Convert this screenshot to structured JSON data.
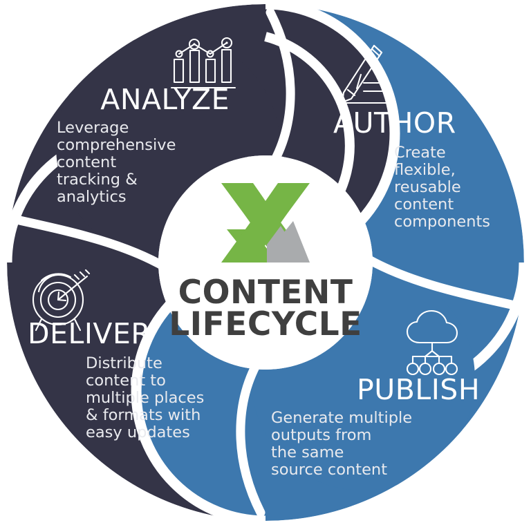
{
  "diagram": {
    "title": "Content Lifecycle",
    "type": "four-stage-circular-cycle",
    "colors": {
      "dark": "#343447",
      "blue": "#3d78ae",
      "white": "#ffffff",
      "logo_green": "#76b546",
      "logo_gray": "#a9abad",
      "logo_text": "#3f3f3f",
      "body_text": "#e9eaee"
    }
  },
  "center": {
    "logo_icon": "x-logo-icon",
    "line1": "CONTENT",
    "line2": "LIFECYCLE"
  },
  "segments": [
    {
      "id": "analyze",
      "heading": "ANALYZE",
      "icon": "bar-chart-line-graph-icon",
      "color": "#343447",
      "body_lines": [
        "Leverage",
        "comprehensive",
        "content",
        "tracking &",
        "analytics"
      ]
    },
    {
      "id": "author",
      "heading": "AUTHOR",
      "icon": "pencil-writing-icon",
      "color": "#3d78ae",
      "body_lines": [
        "Create",
        "flexible,",
        "reusable",
        "content",
        "components"
      ]
    },
    {
      "id": "publish",
      "heading": "PUBLISH",
      "icon": "cloud-distribution-icon",
      "color": "#3d78ae",
      "body_lines": [
        "Generate multiple",
        "outputs from",
        "the same",
        "source content"
      ]
    },
    {
      "id": "deliver",
      "heading": "DELIVER",
      "icon": "target-arrow-icon",
      "color": "#343447",
      "body_lines": [
        "Distribute",
        "content to",
        "multiple places",
        "& formats with",
        "easy updates"
      ]
    }
  ]
}
